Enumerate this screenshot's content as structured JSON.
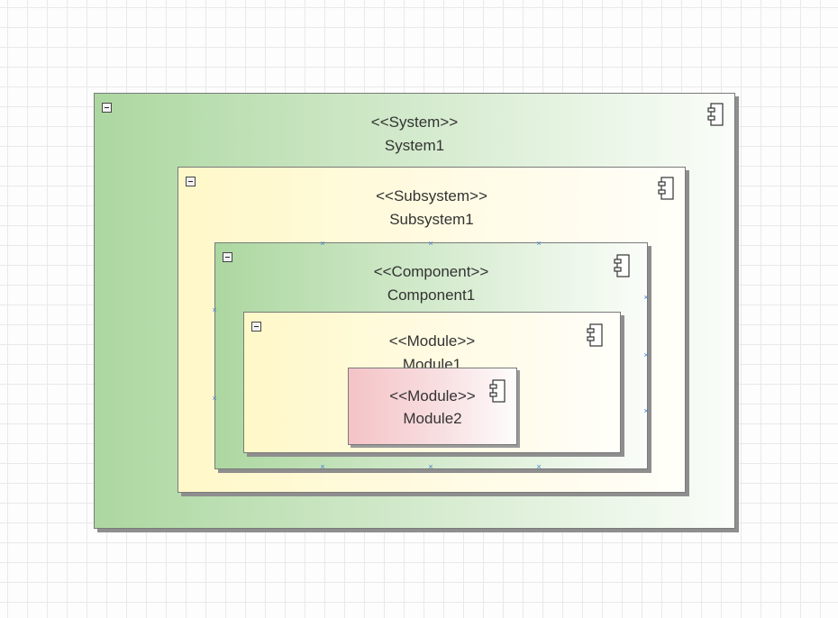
{
  "diagram": {
    "elements": [
      {
        "id": "system1",
        "stereotype": "<<System>>",
        "name": "System1"
      },
      {
        "id": "subsystem1",
        "stereotype": "<<Subsystem>>",
        "name": "Subsystem1"
      },
      {
        "id": "component1",
        "stereotype": "<<Component>>",
        "name": "Component1"
      },
      {
        "id": "module1",
        "stereotype": "<<Module>>",
        "name": "Module1"
      },
      {
        "id": "module2",
        "stereotype": "<<Module>>",
        "name": "Module2"
      }
    ],
    "nesting": {
      "system1": [
        "subsystem1"
      ],
      "subsystem1": [
        "component1"
      ],
      "component1": [
        "module1"
      ],
      "module1": [
        "module2"
      ]
    },
    "selected": "component1",
    "colors": {
      "system_fill": "#acd7a0",
      "subsystem_fill": "#fff8c8",
      "component_fill": "#acd7a0",
      "module1_fill": "#fff8c8",
      "module2_fill": "#f4c3c6",
      "selection_handle": "#4a7fd0",
      "grid": "#e9e9e9"
    },
    "icons": {
      "collapse": "minus-square-icon",
      "component": "uml-component-icon"
    }
  }
}
